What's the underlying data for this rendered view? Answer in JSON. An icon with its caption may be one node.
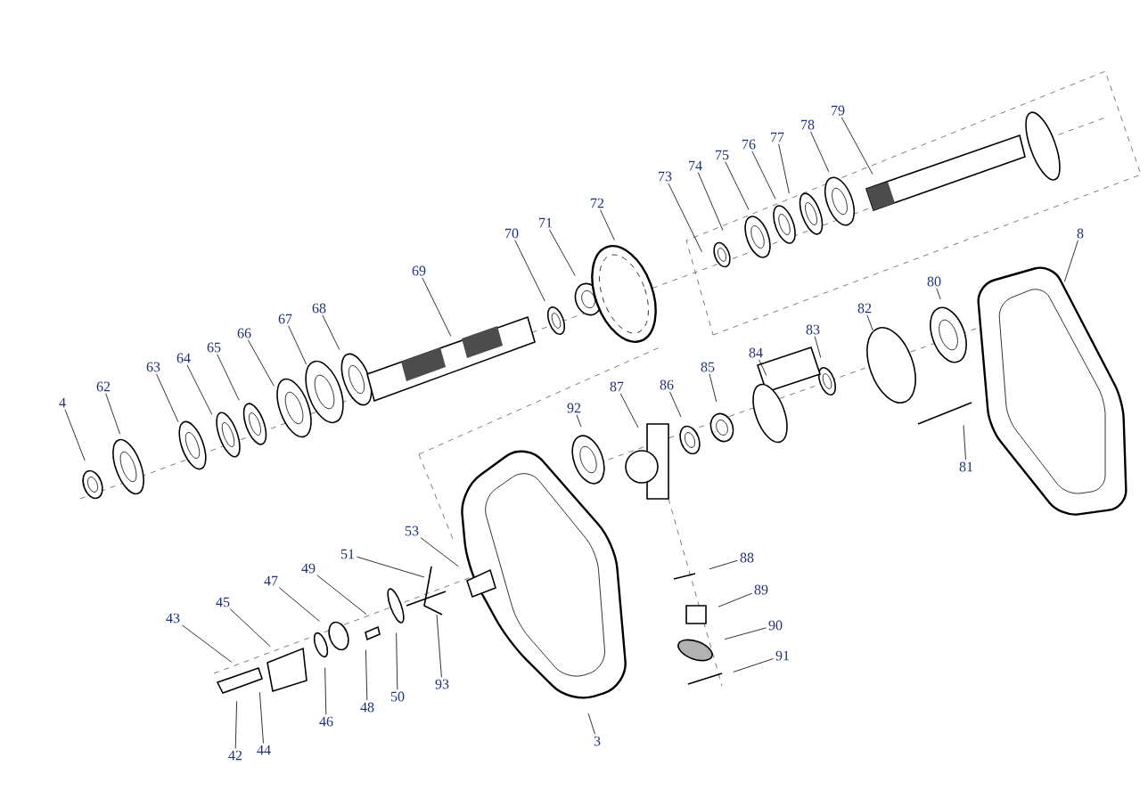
{
  "diagram": {
    "nodes": [
      {
        "text": [
          "4"
        ]
      },
      {
        "text": [
          "62"
        ]
      },
      {
        "text": [
          "63"
        ]
      },
      {
        "text": [
          "64"
        ]
      },
      {
        "text": [
          "65"
        ]
      },
      {
        "text": [
          "66"
        ]
      },
      {
        "text": [
          "67"
        ]
      },
      {
        "text": [
          "68"
        ]
      },
      {
        "text": [
          "69"
        ]
      },
      {
        "text": [
          "70"
        ]
      },
      {
        "text": [
          "71"
        ]
      },
      {
        "text": [
          "72"
        ]
      },
      {
        "text": [
          "73"
        ]
      },
      {
        "text": [
          "74"
        ]
      },
      {
        "text": [
          "75"
        ]
      },
      {
        "text": [
          "76"
        ]
      },
      {
        "text": [
          "77"
        ]
      },
      {
        "text": [
          "78"
        ]
      },
      {
        "text": [
          "79"
        ]
      },
      {
        "text": [
          "8"
        ]
      },
      {
        "text": [
          "80"
        ]
      },
      {
        "text": [
          "82"
        ]
      },
      {
        "text": [
          "83"
        ]
      },
      {
        "text": [
          "84"
        ]
      },
      {
        "text": [
          "85"
        ]
      },
      {
        "text": [
          "86"
        ]
      },
      {
        "text": [
          "87"
        ]
      },
      {
        "text": [
          "92"
        ]
      },
      {
        "text": [
          "81"
        ]
      },
      {
        "text": [
          "53"
        ]
      },
      {
        "text": [
          "51"
        ]
      },
      {
        "text": [
          "49"
        ]
      },
      {
        "text": [
          "47"
        ]
      },
      {
        "text": [
          "45"
        ]
      },
      {
        "text": [
          "43"
        ]
      },
      {
        "text": [
          "88"
        ]
      },
      {
        "text": [
          "89"
        ]
      },
      {
        "text": [
          "90"
        ]
      },
      {
        "text": [
          "91"
        ]
      },
      {
        "text": [
          "42"
        ]
      },
      {
        "text": [
          "44"
        ]
      },
      {
        "text": [
          "46"
        ]
      },
      {
        "text": [
          "48"
        ]
      },
      {
        "text": [
          "50"
        ]
      },
      {
        "text": [
          "93"
        ]
      },
      {
        "text": [
          "3"
        ]
      }
    ],
    "edges": [
      {
        "from": 0,
        "to": null,
        "arrow": "none"
      },
      {
        "from": 1,
        "to": null,
        "arrow": "none"
      },
      {
        "from": 2,
        "to": null,
        "arrow": "none"
      },
      {
        "from": 3,
        "to": null,
        "arrow": "none"
      },
      {
        "from": 4,
        "to": null,
        "arrow": "none"
      },
      {
        "from": 5,
        "to": null,
        "arrow": "none"
      },
      {
        "from": 6,
        "to": null,
        "arrow": "none"
      },
      {
        "from": 7,
        "to": null,
        "arrow": "none"
      },
      {
        "from": 8,
        "to": null,
        "arrow": "none"
      },
      {
        "from": 9,
        "to": null,
        "arrow": "none"
      },
      {
        "from": 10,
        "to": null,
        "arrow": "none"
      },
      {
        "from": 11,
        "to": null,
        "arrow": "none"
      },
      {
        "from": 12,
        "to": null,
        "arrow": "none"
      },
      {
        "from": 13,
        "to": null,
        "arrow": "none"
      },
      {
        "from": 14,
        "to": null,
        "arrow": "none"
      },
      {
        "from": 15,
        "to": null,
        "arrow": "none"
      },
      {
        "from": 16,
        "to": null,
        "arrow": "none"
      },
      {
        "from": 17,
        "to": null,
        "arrow": "none"
      },
      {
        "from": 18,
        "to": null,
        "arrow": "none"
      },
      {
        "from": 19,
        "to": null,
        "arrow": "none"
      },
      {
        "from": 20,
        "to": null,
        "arrow": "none"
      },
      {
        "from": 21,
        "to": null,
        "arrow": "none"
      },
      {
        "from": 22,
        "to": null,
        "arrow": "none"
      },
      {
        "from": 23,
        "to": null,
        "arrow": "none"
      },
      {
        "from": 24,
        "to": null,
        "arrow": "none"
      },
      {
        "from": 25,
        "to": null,
        "arrow": "none"
      },
      {
        "from": 26,
        "to": null,
        "arrow": "none"
      },
      {
        "from": 27,
        "to": null,
        "arrow": "none"
      },
      {
        "from": 28,
        "to": null,
        "arrow": "none"
      },
      {
        "from": 29,
        "to": null,
        "arrow": "none"
      },
      {
        "from": 30,
        "to": null,
        "arrow": "none"
      },
      {
        "from": 31,
        "to": null,
        "arrow": "none"
      },
      {
        "from": 32,
        "to": null,
        "arrow": "none"
      },
      {
        "from": 33,
        "to": null,
        "arrow": "none"
      },
      {
        "from": 34,
        "to": null,
        "arrow": "none"
      },
      {
        "from": 35,
        "to": null,
        "arrow": "none"
      },
      {
        "from": 36,
        "to": null,
        "arrow": "none"
      },
      {
        "from": 37,
        "to": null,
        "arrow": "none"
      },
      {
        "from": 38,
        "to": null,
        "arrow": "none"
      },
      {
        "from": 39,
        "to": null,
        "arrow": "none"
      },
      {
        "from": 40,
        "to": null,
        "arrow": "none"
      },
      {
        "from": 41,
        "to": null,
        "arrow": "none"
      },
      {
        "from": 42,
        "to": null,
        "arrow": "none"
      },
      {
        "from": 43,
        "to": null,
        "arrow": "none"
      },
      {
        "from": 44,
        "to": null,
        "arrow": "none"
      },
      {
        "from": 45,
        "to": null,
        "arrow": "none"
      }
    ]
  }
}
